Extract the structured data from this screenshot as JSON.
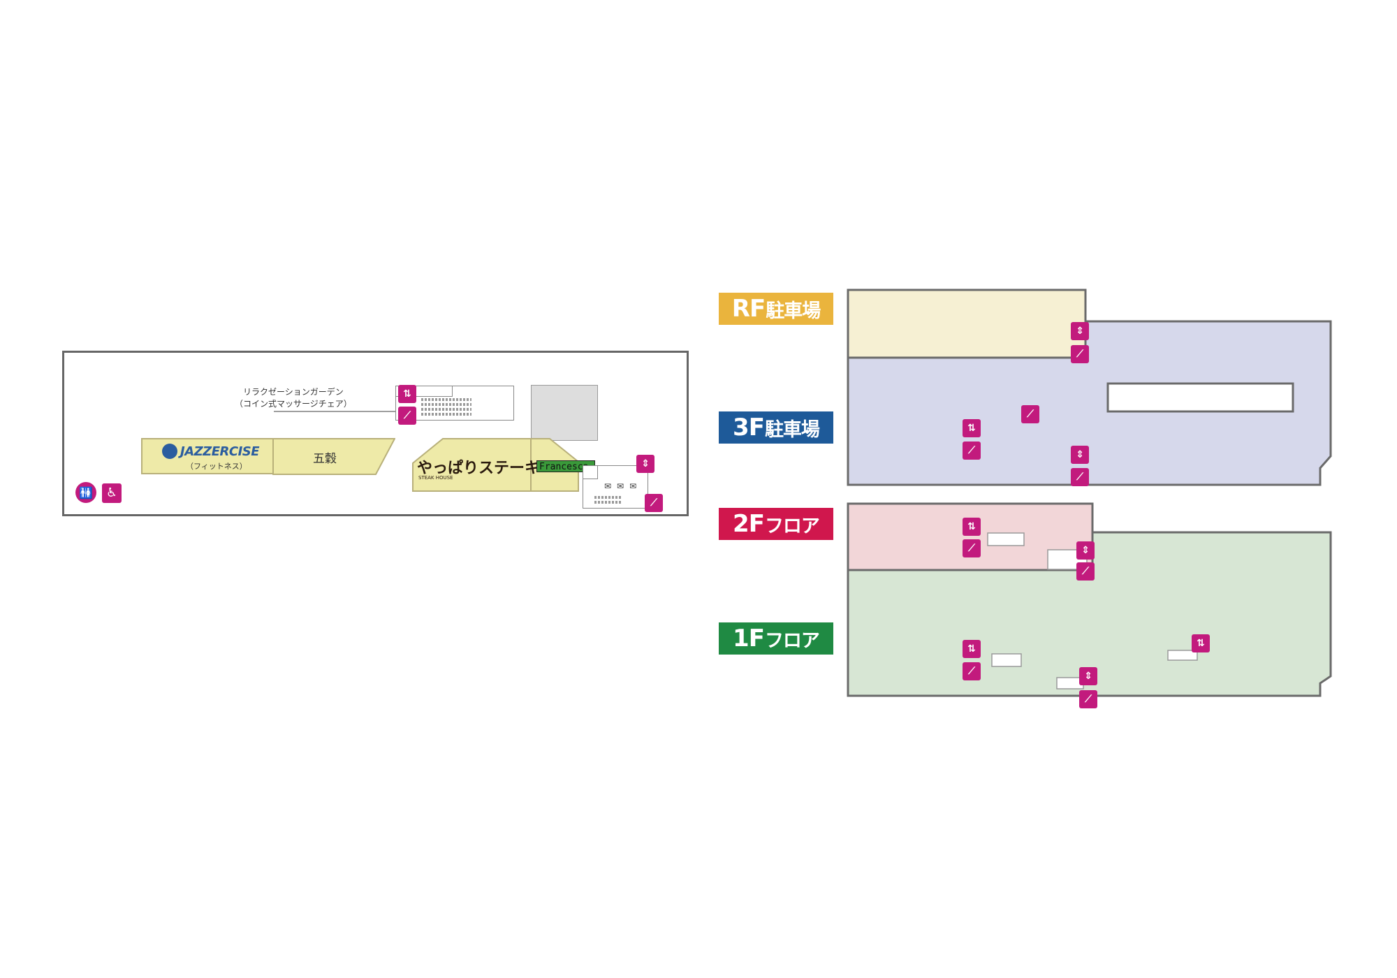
{
  "plan": {
    "relaxation_line1": "リラクゼーションガーデン",
    "relaxation_line2": "（コイン式マッサージチェア）",
    "jazzercise_logo": "JAZZERCISE",
    "jazzercise_sub": "（フィットネス）",
    "gokoku": "五穀",
    "steak_logo": "やっぱりステーキ",
    "steak_sub": "STEAK HOUSE",
    "francesca": "Francesca"
  },
  "floors": {
    "rf": {
      "num": "RF",
      "suffix": "駐車場",
      "color": "#eab43d"
    },
    "f3": {
      "num": "3F",
      "suffix": "駐車場",
      "color": "#1e5a99"
    },
    "f2": {
      "num": "2F",
      "suffix": "フロア",
      "color": "#d0174d"
    },
    "f1": {
      "num": "1F",
      "suffix": "フロア",
      "color": "#1f8a43"
    }
  },
  "colors": {
    "rf_fill": "#f6f0d3",
    "f3_fill": "#d6d8eb",
    "f2_fill": "#f2d6d8",
    "f1_fill": "#d7e6d4",
    "outline": "#6a6a6a",
    "icon_pink": "#c21a7d",
    "tenant_yellow": "#eeeaa8"
  },
  "icons": {
    "restroom": "restroom-icon",
    "accessible": "wheelchair-icon",
    "escalator": "escalator-icon",
    "elevator": "elevator-icon",
    "stairs": "stairs-icon"
  }
}
